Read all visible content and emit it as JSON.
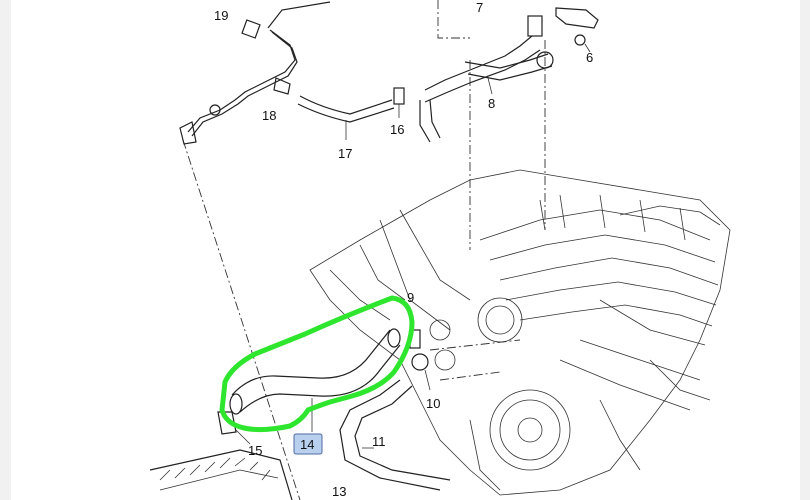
{
  "callouts": {
    "c6": "6",
    "c7": "7",
    "c8": "8",
    "c9": "9",
    "c10": "10",
    "c11": "11",
    "c13": "13",
    "c14": "14",
    "c15": "15",
    "c16": "16",
    "c17": "17",
    "c18": "18",
    "c19": "19"
  },
  "colors": {
    "highlight": "#2fe62f",
    "callout_box": "#b9cfee"
  }
}
